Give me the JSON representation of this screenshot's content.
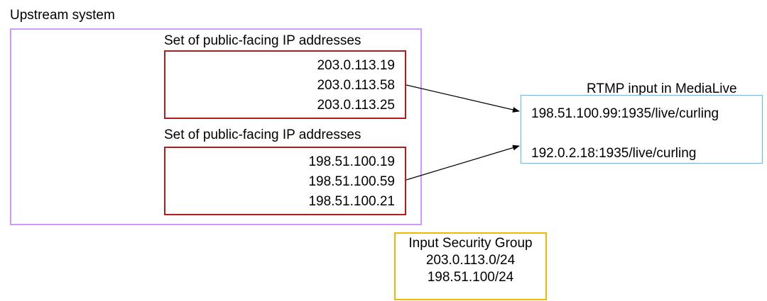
{
  "upstream": {
    "title": "Upstream system"
  },
  "ip_sets": [
    {
      "title": "Set of public-facing IP addresses",
      "addresses": [
        "203.0.113.19",
        "203.0.113.58",
        "203.0.113.25"
      ]
    },
    {
      "title": "Set of public-facing IP addresses",
      "addresses": [
        "198.51.100.19",
        "198.51.100.59",
        "198.51.100.21"
      ]
    }
  ],
  "rtmp_input": {
    "title": "RTMP input in MediaLive",
    "endpoints": [
      "198.51.100.99:1935/live/curling",
      "192.0.2.18:1935/live/curling"
    ]
  },
  "input_security_group": {
    "title": "Input Security Group",
    "cidrs": [
      "203.0.113.0/24",
      "198.51.100/24"
    ]
  },
  "colors": {
    "upstream_border": "#cc99ff",
    "ip_set_border": "#b71c1c",
    "rtmp_border": "#4fc3f7",
    "isg_border": "#f2b705",
    "arrow": "#000000"
  }
}
